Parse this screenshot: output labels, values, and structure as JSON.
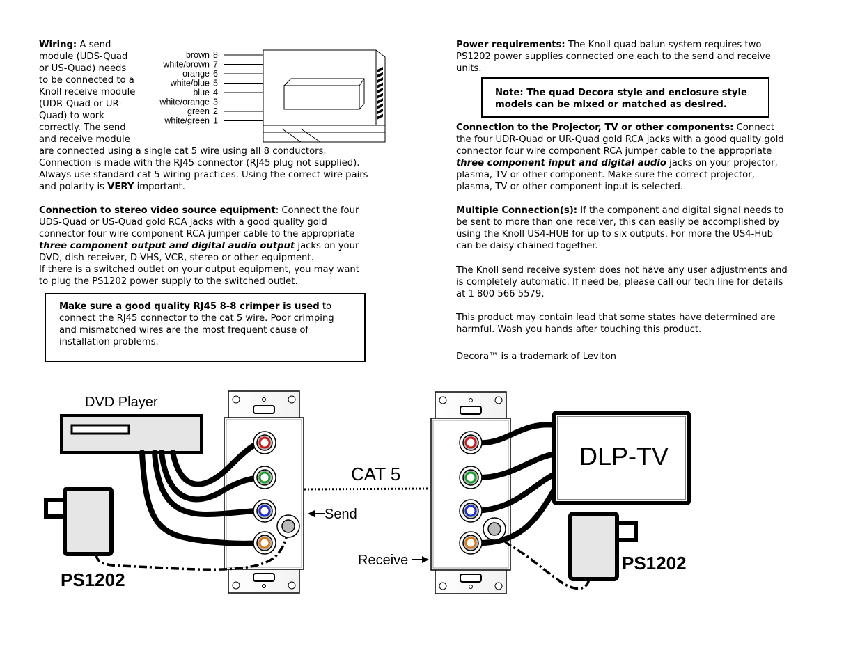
{
  "wiring": {
    "heading": "Wiring:",
    "narrow_lines": [
      "A send",
      "module (UDS-Quad",
      "or US-Quad) needs",
      "to be connected to a",
      "Knoll receive module",
      "(UDR-Quad or UR-",
      "Quad) to work",
      "correctly. The send",
      "and receive module"
    ],
    "wide_lines": [
      "are connected using a single cat 5 wire using all 8 conductors.",
      "Connection is made with the RJ45 connector (RJ45 plug not supplied).",
      "Always use standard cat 5 wiring practices. Using the correct wire pairs"
    ],
    "last_pre": "and polarity is ",
    "last_bold": "VERY",
    "last_post": " important."
  },
  "rj45": {
    "pins": [
      {
        "name": "brown",
        "num": "8"
      },
      {
        "name": "white/brown",
        "num": "7"
      },
      {
        "name": "orange",
        "num": "6"
      },
      {
        "name": "white/blue",
        "num": "5"
      },
      {
        "name": "blue",
        "num": "4"
      },
      {
        "name": "white/orange",
        "num": "3"
      },
      {
        "name": "green",
        "num": "2"
      },
      {
        "name": "white/green",
        "num": "1"
      }
    ]
  },
  "stereo": {
    "heading": "Connection to stereo video source equipment",
    "l1_post": ": Connect the four",
    "l2": "UDS-Quad or US-Quad gold RCA jacks with a good quality gold",
    "l3": "connector four wire component RCA jumper cable to the appropriate",
    "l4_bi": "three component output and digital audio output",
    "l4_post": "  jacks on your",
    "l5": "DVD, dish receiver, D-VHS, VCR, stereo or other equipment.",
    "l6": "If there is a switched outlet on your output equipment, you may want",
    "l7": "to plug the PS1202 power supply to the switched outlet."
  },
  "crimp_note": {
    "bold": "Make sure a good quality RJ45 8-8 crimper is used",
    "l1_post": " to",
    "l2": "connect the RJ45 connector to the cat 5 wire. Poor crimping",
    "l3": "and mismatched wires are the most frequent cause of",
    "l4": "installation problems."
  },
  "power": {
    "heading": "Power requirements:",
    "l1_post": " The Knoll quad balun system requires two",
    "l2": "PS1202 power supplies connected one each to the send and receive",
    "l3": "units."
  },
  "mix_note": {
    "l1": "Note: The quad Decora style and enclosure style",
    "l2": "models can be mixed or matched as desired."
  },
  "projector": {
    "heading": "Connection to the Projector, TV or other components:",
    "l1_post": " Connect",
    "l2": "the four UDR-Quad or UR-Quad gold RCA jacks with a good quality gold",
    "l3": "connector four wire component RCA jumper cable to the appropriate",
    "l4_bi": "three component input and digital audio",
    "l4_post": " jacks on your projector,",
    "l5": "plasma, TV or other component. Make sure the correct projector,",
    "l6": "plasma, TV or other component input is selected."
  },
  "multiple": {
    "heading": "Multiple Connection(s):",
    "l1_post": " If the component and digital signal needs to",
    "l2": "be sent to more than one receiver, this can easily be accomplished by",
    "l3": "using the Knoll US4-HUB for up to six outputs. For more the US4-Hub",
    "l4": "can be daisy chained  together."
  },
  "auto": {
    "l1": "The Knoll send receive system does not have any user adjustments and",
    "l2": "is completely automatic. If need be, please call our tech line for details",
    "l3": "at 1 800 566 5579."
  },
  "lead": {
    "l1": "This product may contain lead that some states have determined are",
    "l2": "harmful. Wash you hands after touching this product."
  },
  "trademark": "Decora™ is a trademark of Leviton",
  "diagram": {
    "dvd_label": "DVD Player",
    "tv_label": "DLP-TV",
    "cat5_label": "CAT 5",
    "send_label": "Send",
    "receive_label": "Receive",
    "ps_left": "PS1202",
    "ps_right": "PS1202",
    "jack_colors": [
      "#c81e1e",
      "#1e9e2e",
      "#1e2ec8",
      "#d77a1e"
    ]
  }
}
